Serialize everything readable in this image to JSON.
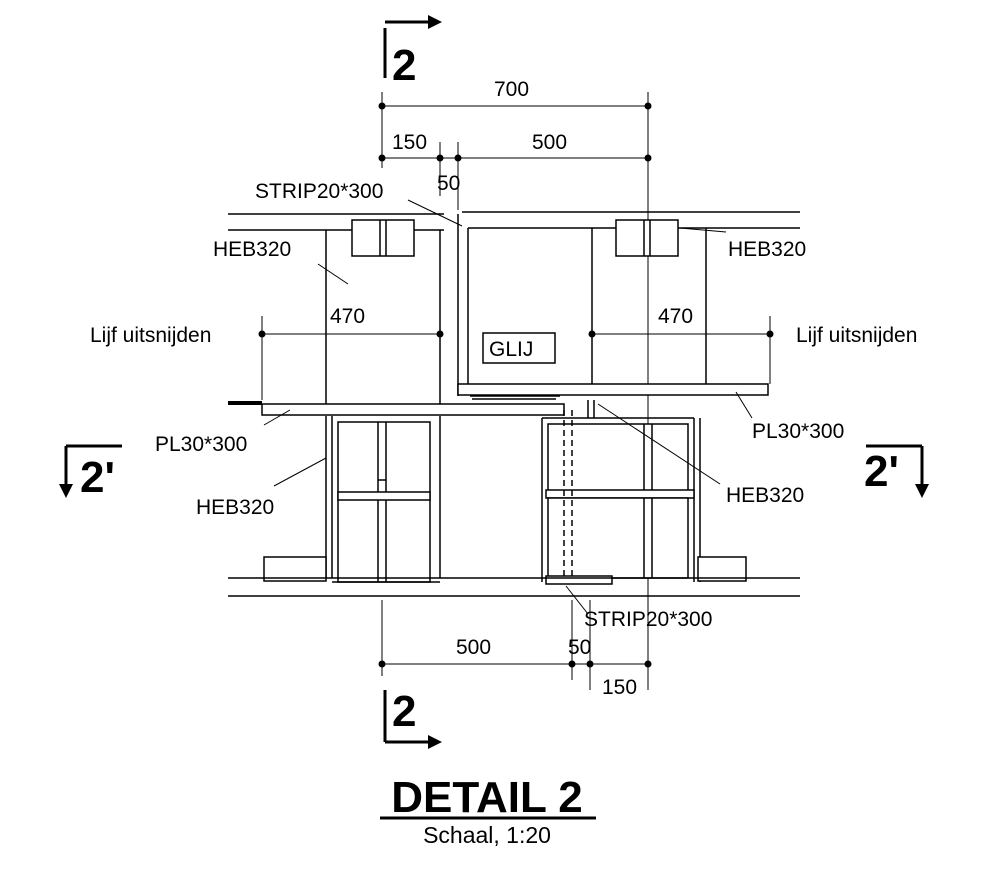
{
  "dims": {
    "d700": "700",
    "d150_top": "150",
    "d500_top": "500",
    "d50_top": "50",
    "d470_left": "470",
    "d470_right": "470",
    "d500_bottom": "500",
    "d50_bottom": "50",
    "d150_bottom": "150"
  },
  "labels": {
    "strip_top": "STRIP20*300",
    "heb_top_left": "HEB320",
    "heb_top_right": "HEB320",
    "lijf_left": "Lijf uitsnijden",
    "lijf_right": "Lijf uitsnijden",
    "glij": "GLIJ",
    "pl_left": "PL30*300",
    "pl_right": "PL30*300",
    "heb_mid_left": "HEB320",
    "heb_mid_right": "HEB320",
    "strip_bottom": "STRIP20*300"
  },
  "section_marks": {
    "top": "2",
    "bottom": "2",
    "left": "2'",
    "right": "2'"
  },
  "title": "DETAIL 2",
  "scale": "Schaal,  1:20"
}
